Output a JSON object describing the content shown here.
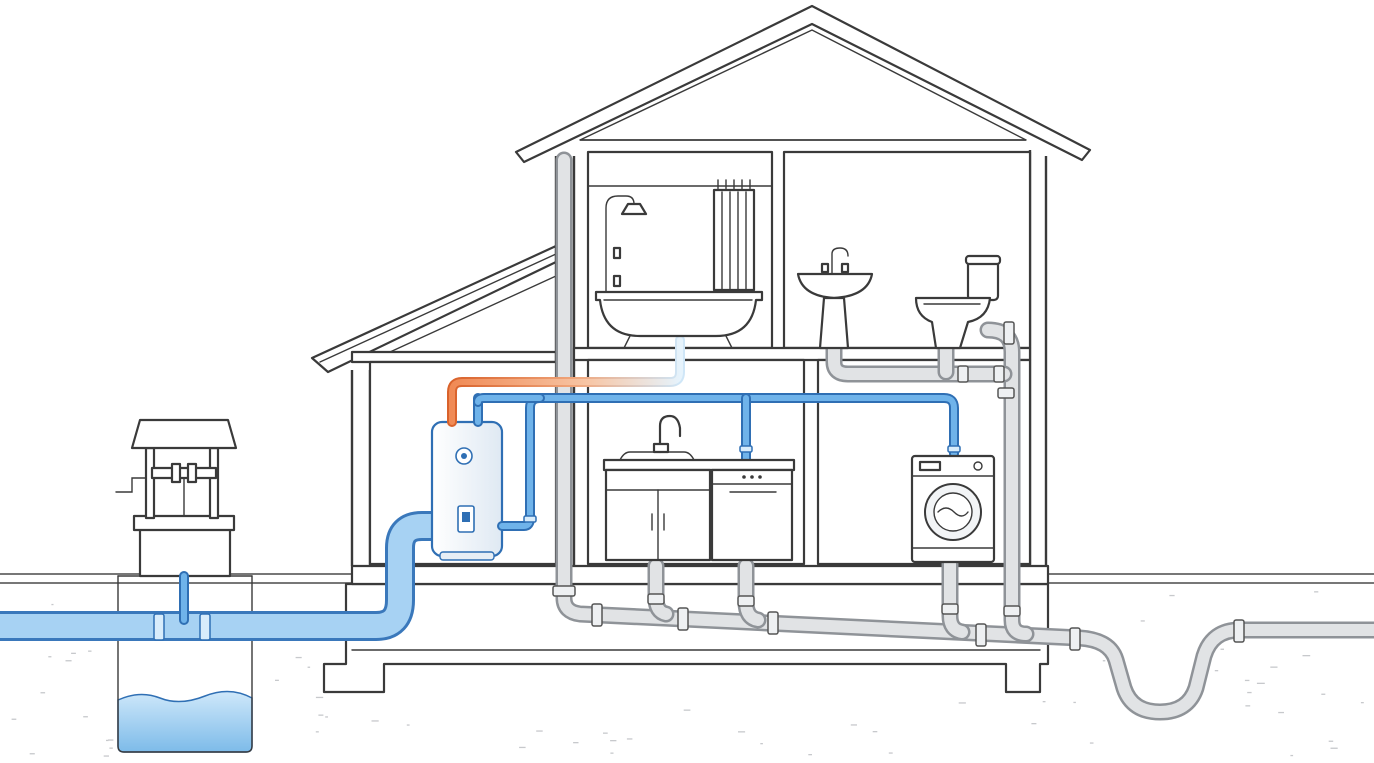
{
  "diagram": {
    "type": "illustration",
    "subject": "house-plumbing-cutaway",
    "elements": [
      "well",
      "water-supply-pipe",
      "water-heater",
      "hot-water-line",
      "cold-water-line",
      "bathtub",
      "shower-head",
      "shower-curtain",
      "bathroom-sink",
      "toilet",
      "kitchen-sink",
      "kitchen-cabinet",
      "dishwasher",
      "washing-machine",
      "drain-stack",
      "drain-main-line",
      "p-trap"
    ],
    "colors": {
      "cold_water": "#6fb3ea",
      "cold_water_outline": "#2f6fb4",
      "hot_water": "#e57a45",
      "drain": "#8f9398",
      "well_water": "#8cc6ef",
      "line": "#3a3a3a"
    },
    "icons": {
      "well": "well-icon",
      "heater": "water-heater-icon",
      "washer": "washing-machine-icon"
    }
  }
}
